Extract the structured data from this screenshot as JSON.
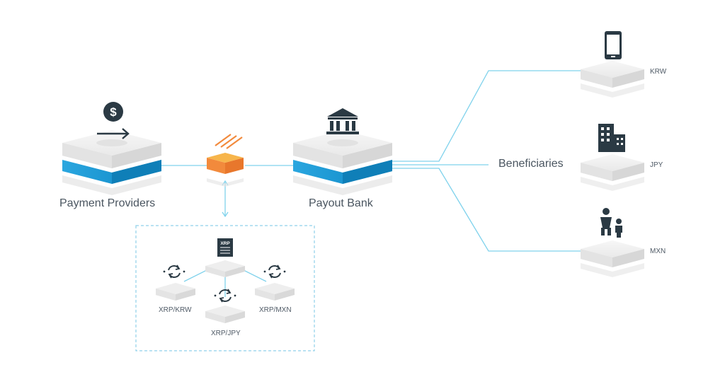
{
  "nodes": {
    "payment_providers": {
      "label": "Payment Providers"
    },
    "payout_bank": {
      "label": "Payout Bank"
    },
    "beneficiaries": {
      "label": "Beneficiaries"
    },
    "krw": {
      "label": "KRW"
    },
    "jpy": {
      "label": "JPY"
    },
    "mxn": {
      "label": "MXN"
    }
  },
  "liquidity_box": {
    "xrp_badge": "XRP",
    "pairs": [
      {
        "label": "XRP/KRW"
      },
      {
        "label": "XRP/JPY"
      },
      {
        "label": "XRP/MXN"
      }
    ]
  },
  "colors": {
    "connector": "#7fd2ec",
    "dashed_border": "#8fd0ea",
    "platform_top": "#efefef",
    "platform_side": "#d4d4d4",
    "blue_band": "#1d9bd7",
    "blue_band_dark": "#0f7fb8",
    "icon_dark": "#2b3a44",
    "connector_orange": "#f28a3c",
    "connector_yellow": "#f7b54b"
  },
  "icons": {
    "payment": "dollar-circle-arrow-icon",
    "bank": "bank-icon",
    "krw": "smartphone-icon",
    "jpy": "buildings-icon",
    "mxn": "family-icon",
    "xrp": "xrp-ledger-icon",
    "exchange": "refresh-cycle-icon",
    "connector": "orange-connector-icon"
  }
}
